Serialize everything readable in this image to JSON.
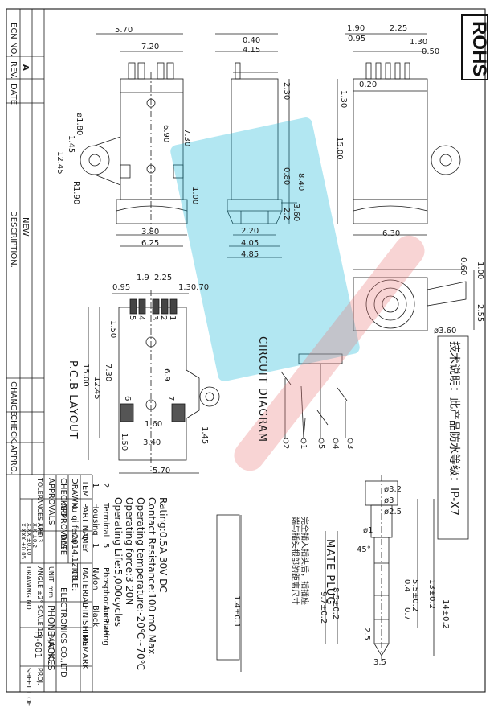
{
  "rohs": "ROHS",
  "left_column": {
    "ecn_no": "ECN NO.",
    "rev": "REV.",
    "rev_value": "A",
    "date": "DATE",
    "description": "DESCRIPTION.",
    "new": "NEW",
    "change": "CHANGE.",
    "check": "CHECK.",
    "appro": "APPRO."
  },
  "dims": {
    "front": {
      "d570": "5.70",
      "d720": "7.20",
      "d690": "6.90",
      "d730": "7.30",
      "d180": "ø1.80",
      "d145": "1.45",
      "d1245": "12.45",
      "r190": "R1.90",
      "d100": "1.00",
      "d380": "3.80",
      "d625": "6.25"
    },
    "side": {
      "d040": "0.40",
      "d415": "4.15",
      "d230": "2.30",
      "d080": "0.80",
      "d840": "8.40",
      "d360": "3.60",
      "d22": "2.2",
      "d220": "2.20",
      "d405": "4.05",
      "d485": "4.85"
    },
    "back": {
      "d190": "1.90",
      "d225": "2.25",
      "d095": "0.95",
      "d130": "1.30",
      "d050": "0.50",
      "d020": "0.20",
      "d130b": "1.30",
      "d1500": "15.00",
      "d630": "6.30"
    },
    "top": {
      "d100": "1.00",
      "d060": "0.60",
      "d255": "2.55",
      "d360": "ø3.60"
    },
    "pcb": {
      "d19": "1.9",
      "d225": "2.25",
      "d095": "0.95",
      "d13070": "1.30.70",
      "d150": "1.50",
      "d730": "7.30",
      "d1500": "15.00",
      "d1245": "12.45",
      "d69": "6.9",
      "d160": "1.60",
      "d150b": "1.50",
      "d340": "3.40",
      "d145": "1.45",
      "d570": "5.70",
      "pins_top": [
        "5",
        "4",
        "3",
        "2",
        "1"
      ],
      "pad6": "6",
      "pad7": "7"
    },
    "plug": {
      "d32": "ø3.2",
      "d3": "ø3",
      "d25": "ø2.5",
      "d1": "ø1",
      "d45": "45°",
      "d14": "14±0.2",
      "d13": "13±0.2",
      "d55": "5.5±0.2",
      "d04": "0.4",
      "d07": "0.7",
      "d97": "9.7±0.2",
      "d85": "8.5±0.2",
      "d25b": "2.5",
      "d14b": "1.4±0.1",
      "d35": "3.5"
    }
  },
  "labels": {
    "pcb_layout": "P.C.B LAYOUT",
    "circuit_diagram": "CIRCUIT DIAGRAM",
    "mate_plug": "MATE PLUG",
    "circuit_pins": [
      "2",
      "1",
      "5",
      "4",
      "3"
    ],
    "tech_note": "技术说明：此产品防水等级：IP-X7",
    "plug_note_1": "完全插入插头后，插插座",
    "plug_note_2": "端与插头根部的距离尺寸"
  },
  "specs": [
    "Rating:0.5A 30V DC",
    "Contact Resistance:100 mΩ Max.",
    "Operating temperature:-20℃~70℃",
    "Operating force:3-20N",
    "Operating Life:5,000cycles"
  ],
  "bom": {
    "headers": [
      "ITEM",
      "PART NAME",
      "Q'TY",
      "MATERIAL",
      "FINISHING",
      "REMARK"
    ],
    "rows": [
      [
        "2",
        "Terminal",
        "5",
        "Phosphor bronze",
        "Au Plating",
        ""
      ],
      [
        "1",
        "Housing",
        "1",
        "Nylon",
        "Black",
        ""
      ]
    ]
  },
  "title_block": {
    "drawn": "DRAWN",
    "checked": "CHECKED",
    "approvals": "APPROVALS",
    "approvals2": "APPROVALS",
    "date": "DATE",
    "drawn_by": "xu qi feng",
    "drawn_date": "2014.12.08",
    "tolerances": "TOLERANCES ARE:",
    "tol_rows": [
      "X ±0.3",
      "X.X ±0.2",
      "X.XX ±0.10",
      "X.XXX ±0.05"
    ],
    "angle": "ANGLE ±2°",
    "unit": "UNIT: mm",
    "scale": "SCALE 1:1",
    "drawing_no": "DRAWING NO.",
    "title": "TITLE:",
    "company": "ELECTRONICS CO.,LTD",
    "product": "PHONE JACKES",
    "part_no_label": "PART NO.",
    "part_no": "PJ-601",
    "proj": "PROJ.",
    "sheet": "SHEET 1 OF 1"
  }
}
